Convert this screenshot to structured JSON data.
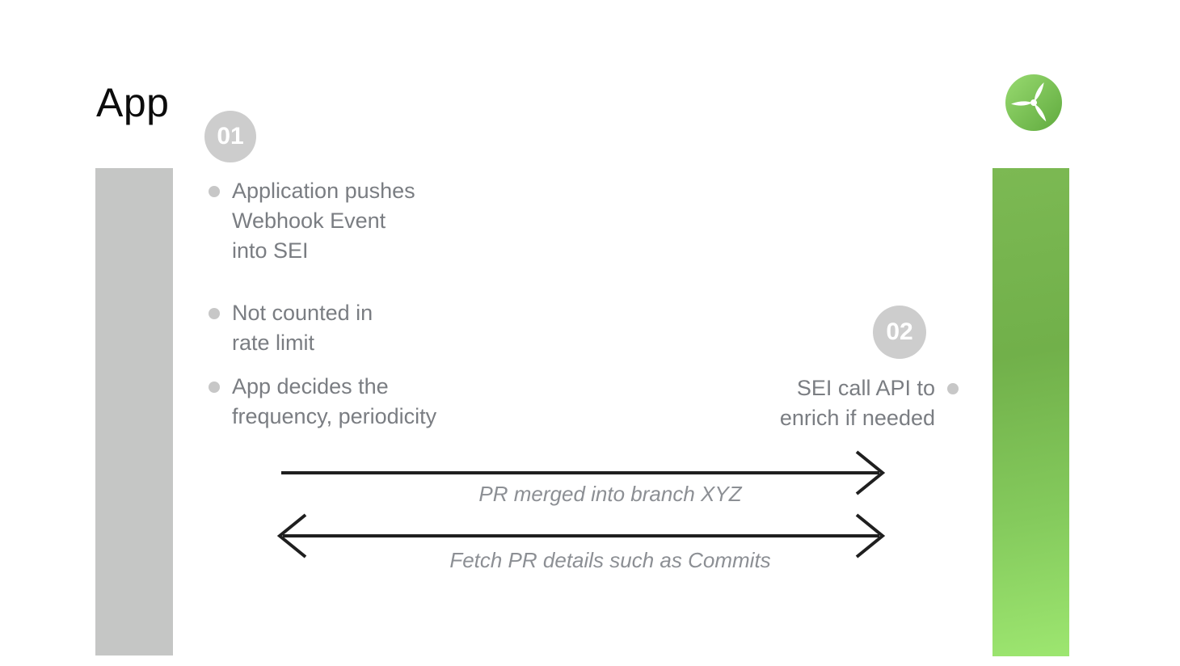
{
  "title": "App",
  "logo": {
    "icon": "propeller-icon",
    "gradient_start": "#98da70",
    "gradient_end": "#60aa3e",
    "blade_color": "#ffffff"
  },
  "steps": [
    {
      "number": "01"
    },
    {
      "number": "02"
    }
  ],
  "app_notes": [
    {
      "text": "Application pushes\nWebhook Event\ninto SEI"
    },
    {
      "text": "Not counted in\nrate limit"
    },
    {
      "text": "App decides the\nfrequency, periodicity"
    }
  ],
  "sei_notes": [
    {
      "text": "SEI call API to\nenrich if needed"
    }
  ],
  "arrows": [
    {
      "label": "PR merged into branch XYZ",
      "direction": "right"
    },
    {
      "label": "Fetch PR details such as Commits",
      "direction": "both"
    }
  ],
  "colors": {
    "app_lane_bar": "#c5c6c5",
    "sei_lane_bar_top": "#7cb953",
    "sei_lane_bar_bottom": "#9de670",
    "badge_background": "#cdcdcd",
    "badge_text": "#ffffff",
    "note_text": "#7a7d82",
    "bullet_dot": "#c7c7c7",
    "arrow_line": "#1f1f1f",
    "arrow_label_text": "#8c8f94",
    "title_text": "#0c0c0c",
    "background": "#ffffff"
  }
}
